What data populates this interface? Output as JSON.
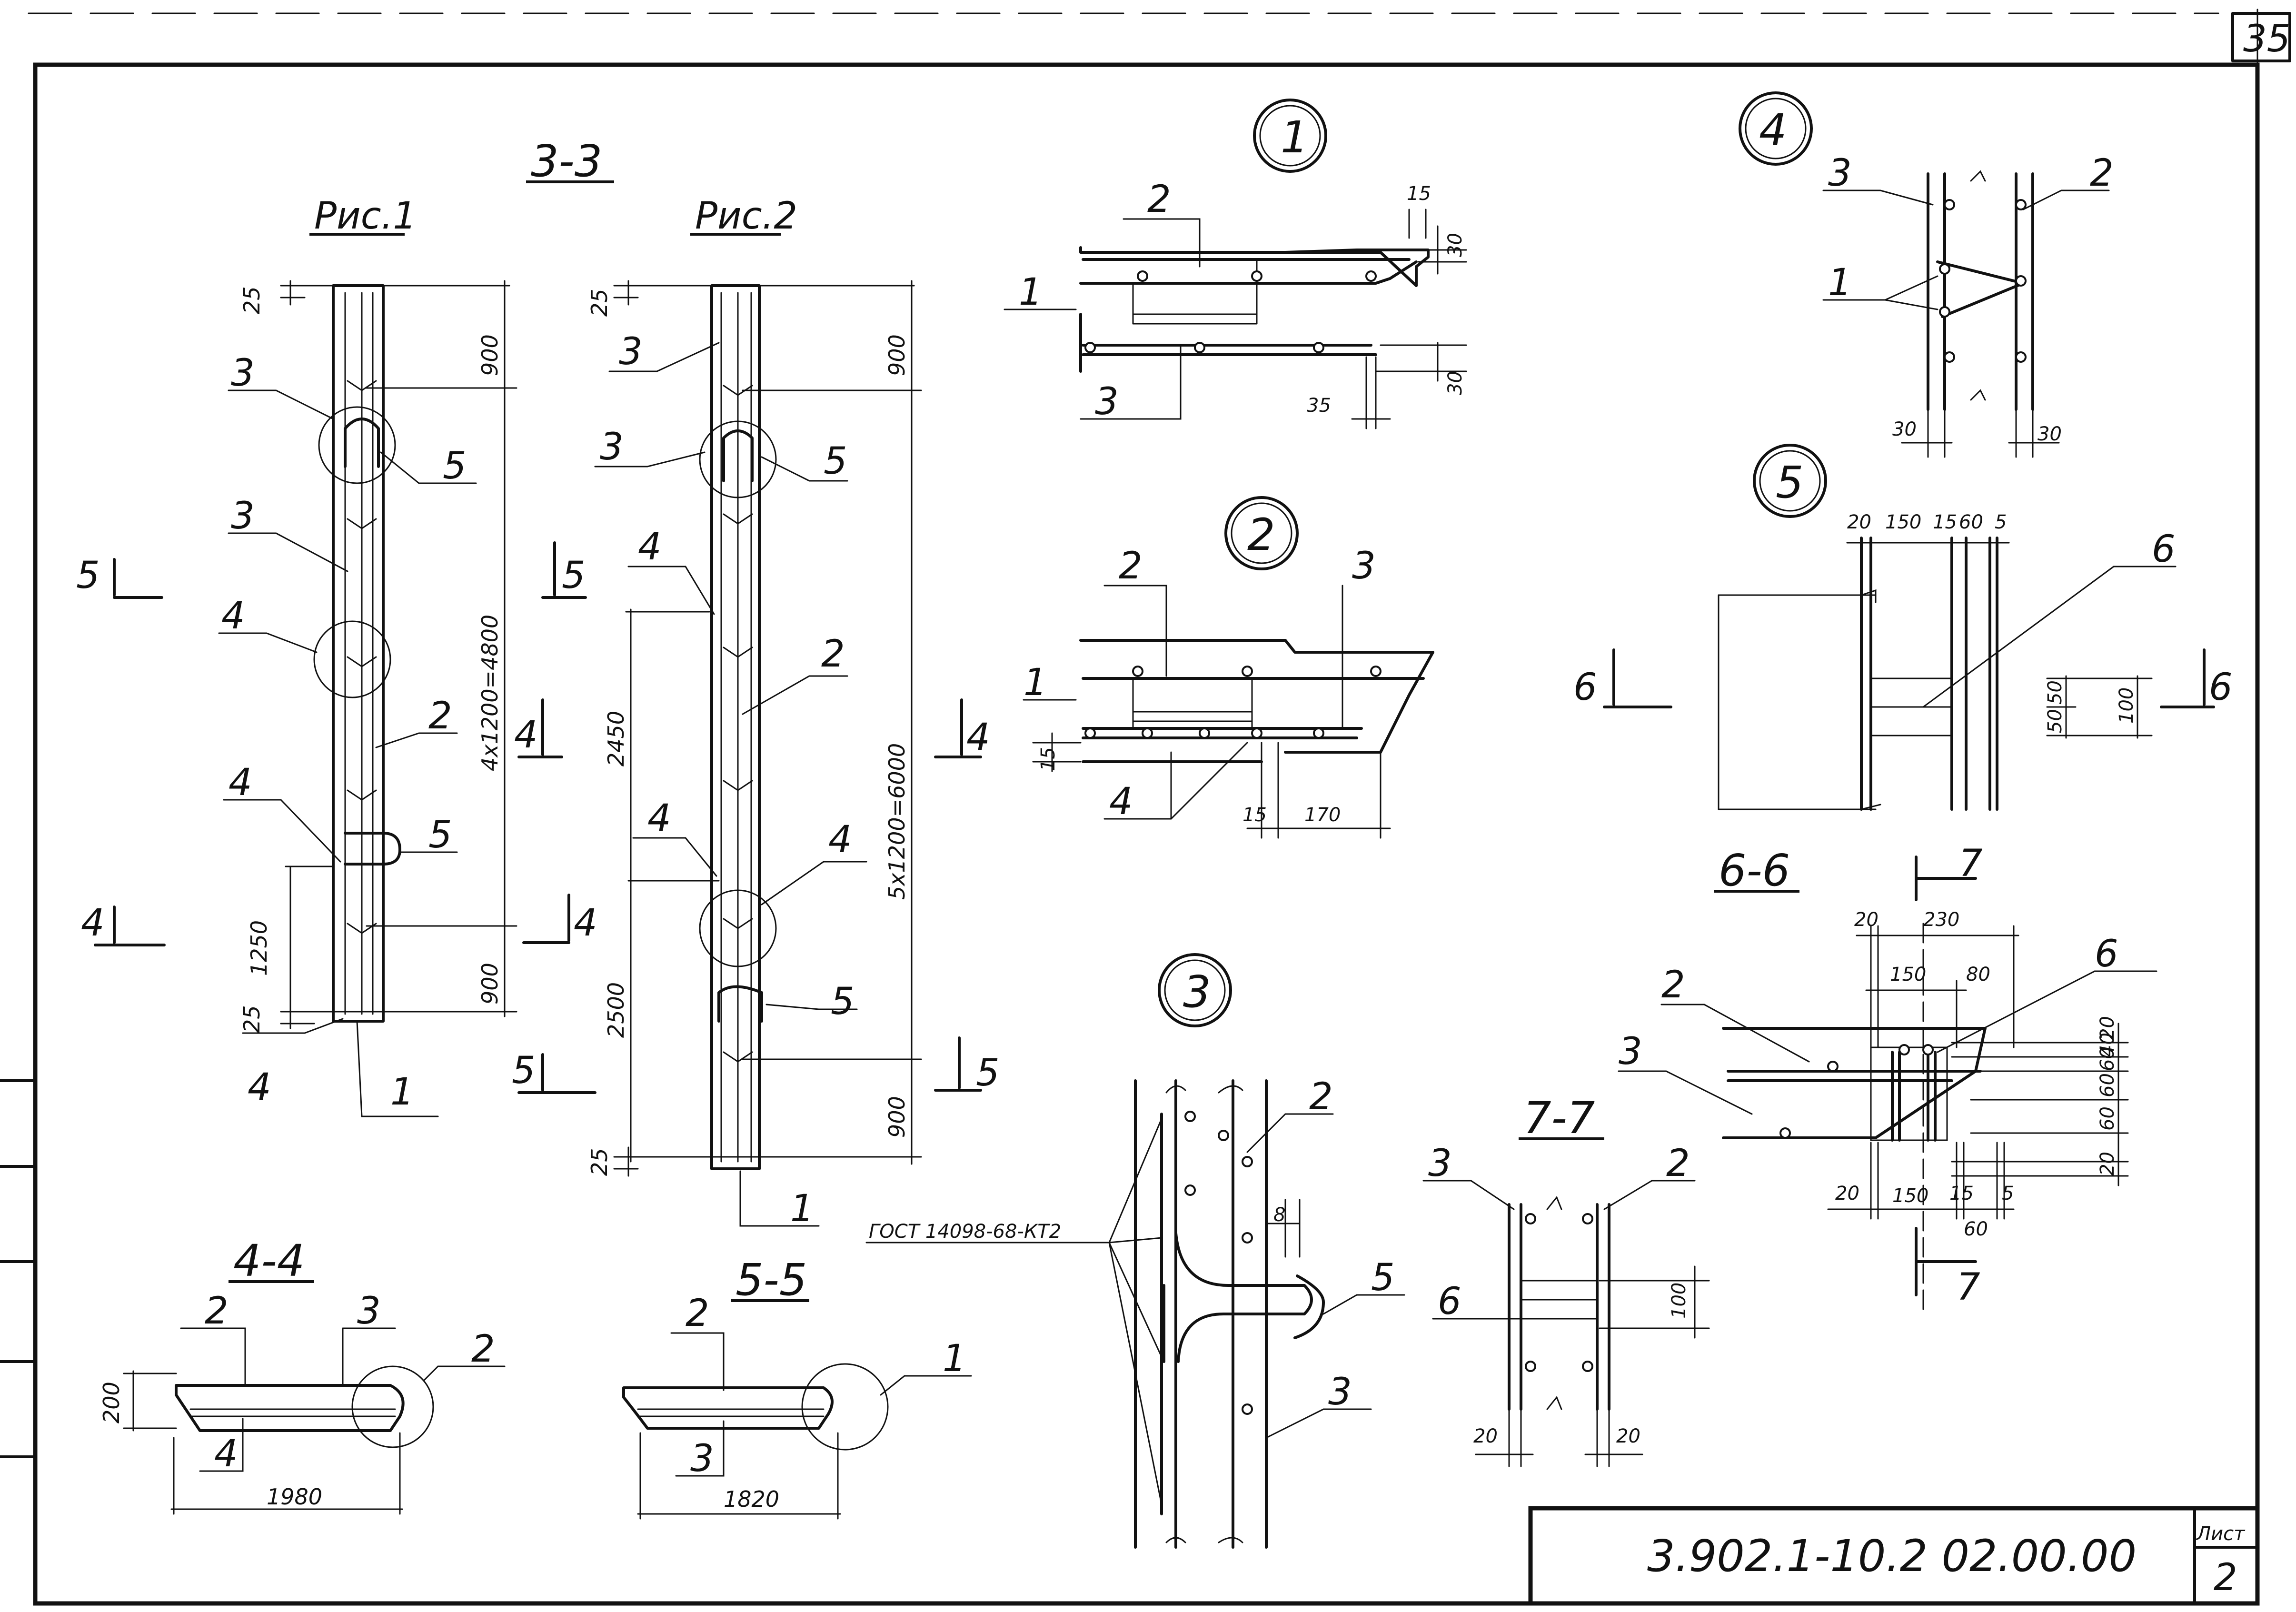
{
  "sheet": {
    "page_no": "35",
    "code": "3.902.1-10.2  02.00.00",
    "list_label": "Лист",
    "list_no": "2"
  },
  "section_33": {
    "title": "3-3",
    "fig1": "Рис.1",
    "fig2": "Рис.2"
  },
  "fig1": {
    "dims": {
      "top": "25",
      "upper": "900",
      "span": "4x1200=4800",
      "lower": "900",
      "bot": "25",
      "side": "1250"
    },
    "labels": [
      "3",
      "5",
      "3",
      "4",
      "2",
      "4",
      "5",
      "4",
      "1"
    ],
    "cuts": {
      "left5": "5",
      "right5": "5",
      "left4": "4",
      "right4a": "4",
      "right4b": "4",
      "bottom5": "5"
    }
  },
  "fig2": {
    "dims": {
      "top": "25",
      "upper": "900",
      "span": "5x1200=6000",
      "lower": "900",
      "bot": "25",
      "left_upper": "2450",
      "left_lower": "2500"
    },
    "labels": [
      "3",
      "3",
      "5",
      "4",
      "2",
      "4",
      "4",
      "5",
      "1"
    ],
    "cuts": {
      "right4": "4",
      "right5": "5"
    }
  },
  "section_44": {
    "title": "4-4",
    "labels": [
      "2",
      "3",
      "2",
      "4"
    ],
    "dim_h": "200",
    "dim_w": "1980"
  },
  "section_55": {
    "title": "5-5",
    "labels": [
      "2",
      "1",
      "3"
    ],
    "dim_w": "1820"
  },
  "node1": {
    "mark": "1",
    "labels": [
      "2",
      "1",
      "3"
    ],
    "dims": [
      "15",
      "30",
      "30",
      "35"
    ]
  },
  "node2": {
    "mark": "2",
    "labels": [
      "2",
      "3",
      "1",
      "4"
    ],
    "dims": [
      "15",
      "15",
      "170"
    ]
  },
  "node3": {
    "mark": "3",
    "labels": [
      "2",
      "5",
      "3"
    ],
    "gost": "ГОСТ 14098-68-КТ2",
    "dim": "8"
  },
  "node4": {
    "mark": "4",
    "labels": [
      "3",
      "2",
      "1"
    ],
    "dims": [
      "30",
      "30"
    ]
  },
  "node5": {
    "mark": "5",
    "label": "6",
    "dims": [
      "20",
      "150",
      "15",
      "60",
      "5",
      "50",
      "50",
      "100"
    ],
    "cut": "6"
  },
  "section_66": {
    "title": "6-6"
  },
  "section_77": {
    "title": "7-7",
    "labels": [
      "3",
      "2",
      "6"
    ],
    "dims": [
      "100",
      "20",
      "20"
    ]
  },
  "node77b": {
    "cut": "7",
    "labels": [
      "2",
      "3",
      "6"
    ],
    "dims_top": [
      "20",
      "230",
      "150",
      "80"
    ],
    "dims_right": [
      "20",
      "60",
      "40",
      "60",
      "60",
      "20"
    ],
    "dims_bottom": [
      "20",
      "150",
      "15",
      "5",
      "60"
    ]
  }
}
